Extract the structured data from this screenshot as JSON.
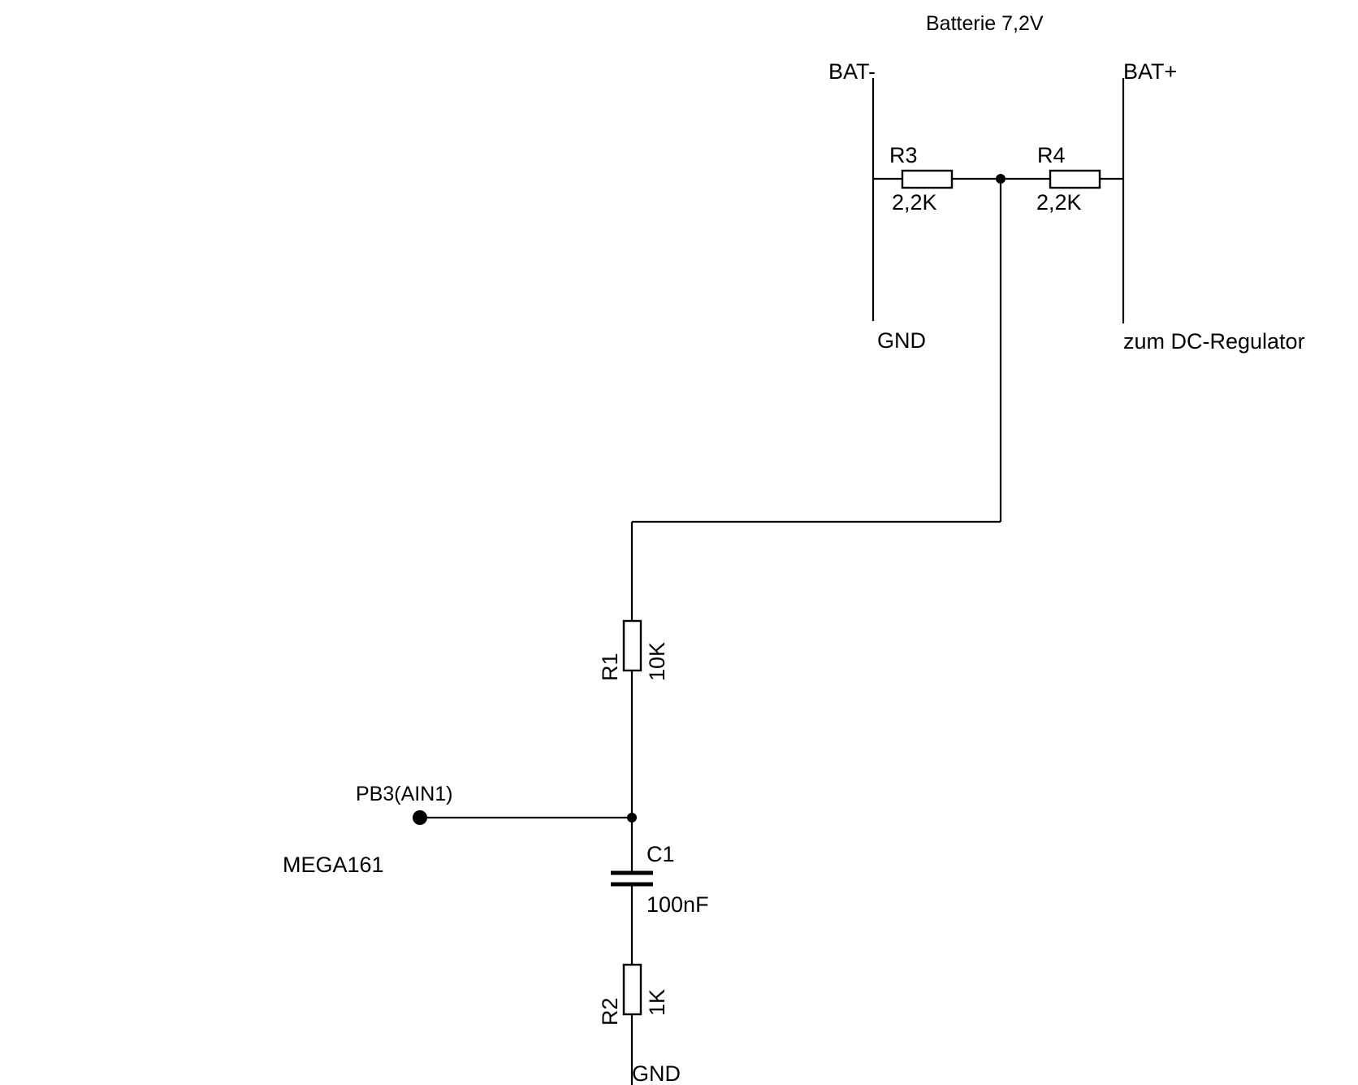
{
  "title": "Batterie 7,2V",
  "terminals": {
    "bat_minus": "BAT-",
    "bat_plus": "BAT+",
    "gnd_top": "GND",
    "regulator": "zum DC-Regulator",
    "gnd_bottom": "GND"
  },
  "mcu": {
    "pin": "PB3(AIN1)",
    "chip": "MEGA161"
  },
  "components": {
    "r3": {
      "ref": "R3",
      "value": "2,2K"
    },
    "r4": {
      "ref": "R4",
      "value": "2,2K"
    },
    "r1": {
      "ref": "R1",
      "value": "10K"
    },
    "c1": {
      "ref": "C1",
      "value": "100nF"
    },
    "r2": {
      "ref": "R2",
      "value": "1K"
    }
  }
}
